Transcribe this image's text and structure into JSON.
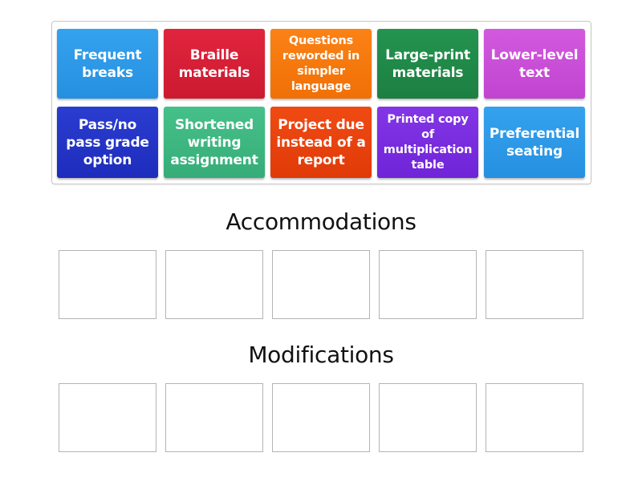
{
  "card_bank": {
    "cards": [
      {
        "label": "Frequent breaks",
        "color": "#2b98e6"
      },
      {
        "label": "Braille materials",
        "color": "#d81e36"
      },
      {
        "label": "Questions reworded in simpler language",
        "color": "#f87a0e"
      },
      {
        "label": "Large-print materials",
        "color": "#1f8a48"
      },
      {
        "label": "Lower-level text",
        "color": "#c84fd6"
      },
      {
        "label": "Pass/no pass grade option",
        "color": "#2334c8"
      },
      {
        "label": "Shortened writing assignment",
        "color": "#3db882"
      },
      {
        "label": "Project due instead of a report",
        "color": "#e8400e"
      },
      {
        "label": "Printed copy of multiplication table",
        "color": "#7a2ce0"
      },
      {
        "label": "Preferential seating",
        "color": "#2b98e6"
      }
    ]
  },
  "groups": [
    {
      "title": "Accommodations",
      "slot_count": 5
    },
    {
      "title": "Modifications",
      "slot_count": 5
    }
  ]
}
